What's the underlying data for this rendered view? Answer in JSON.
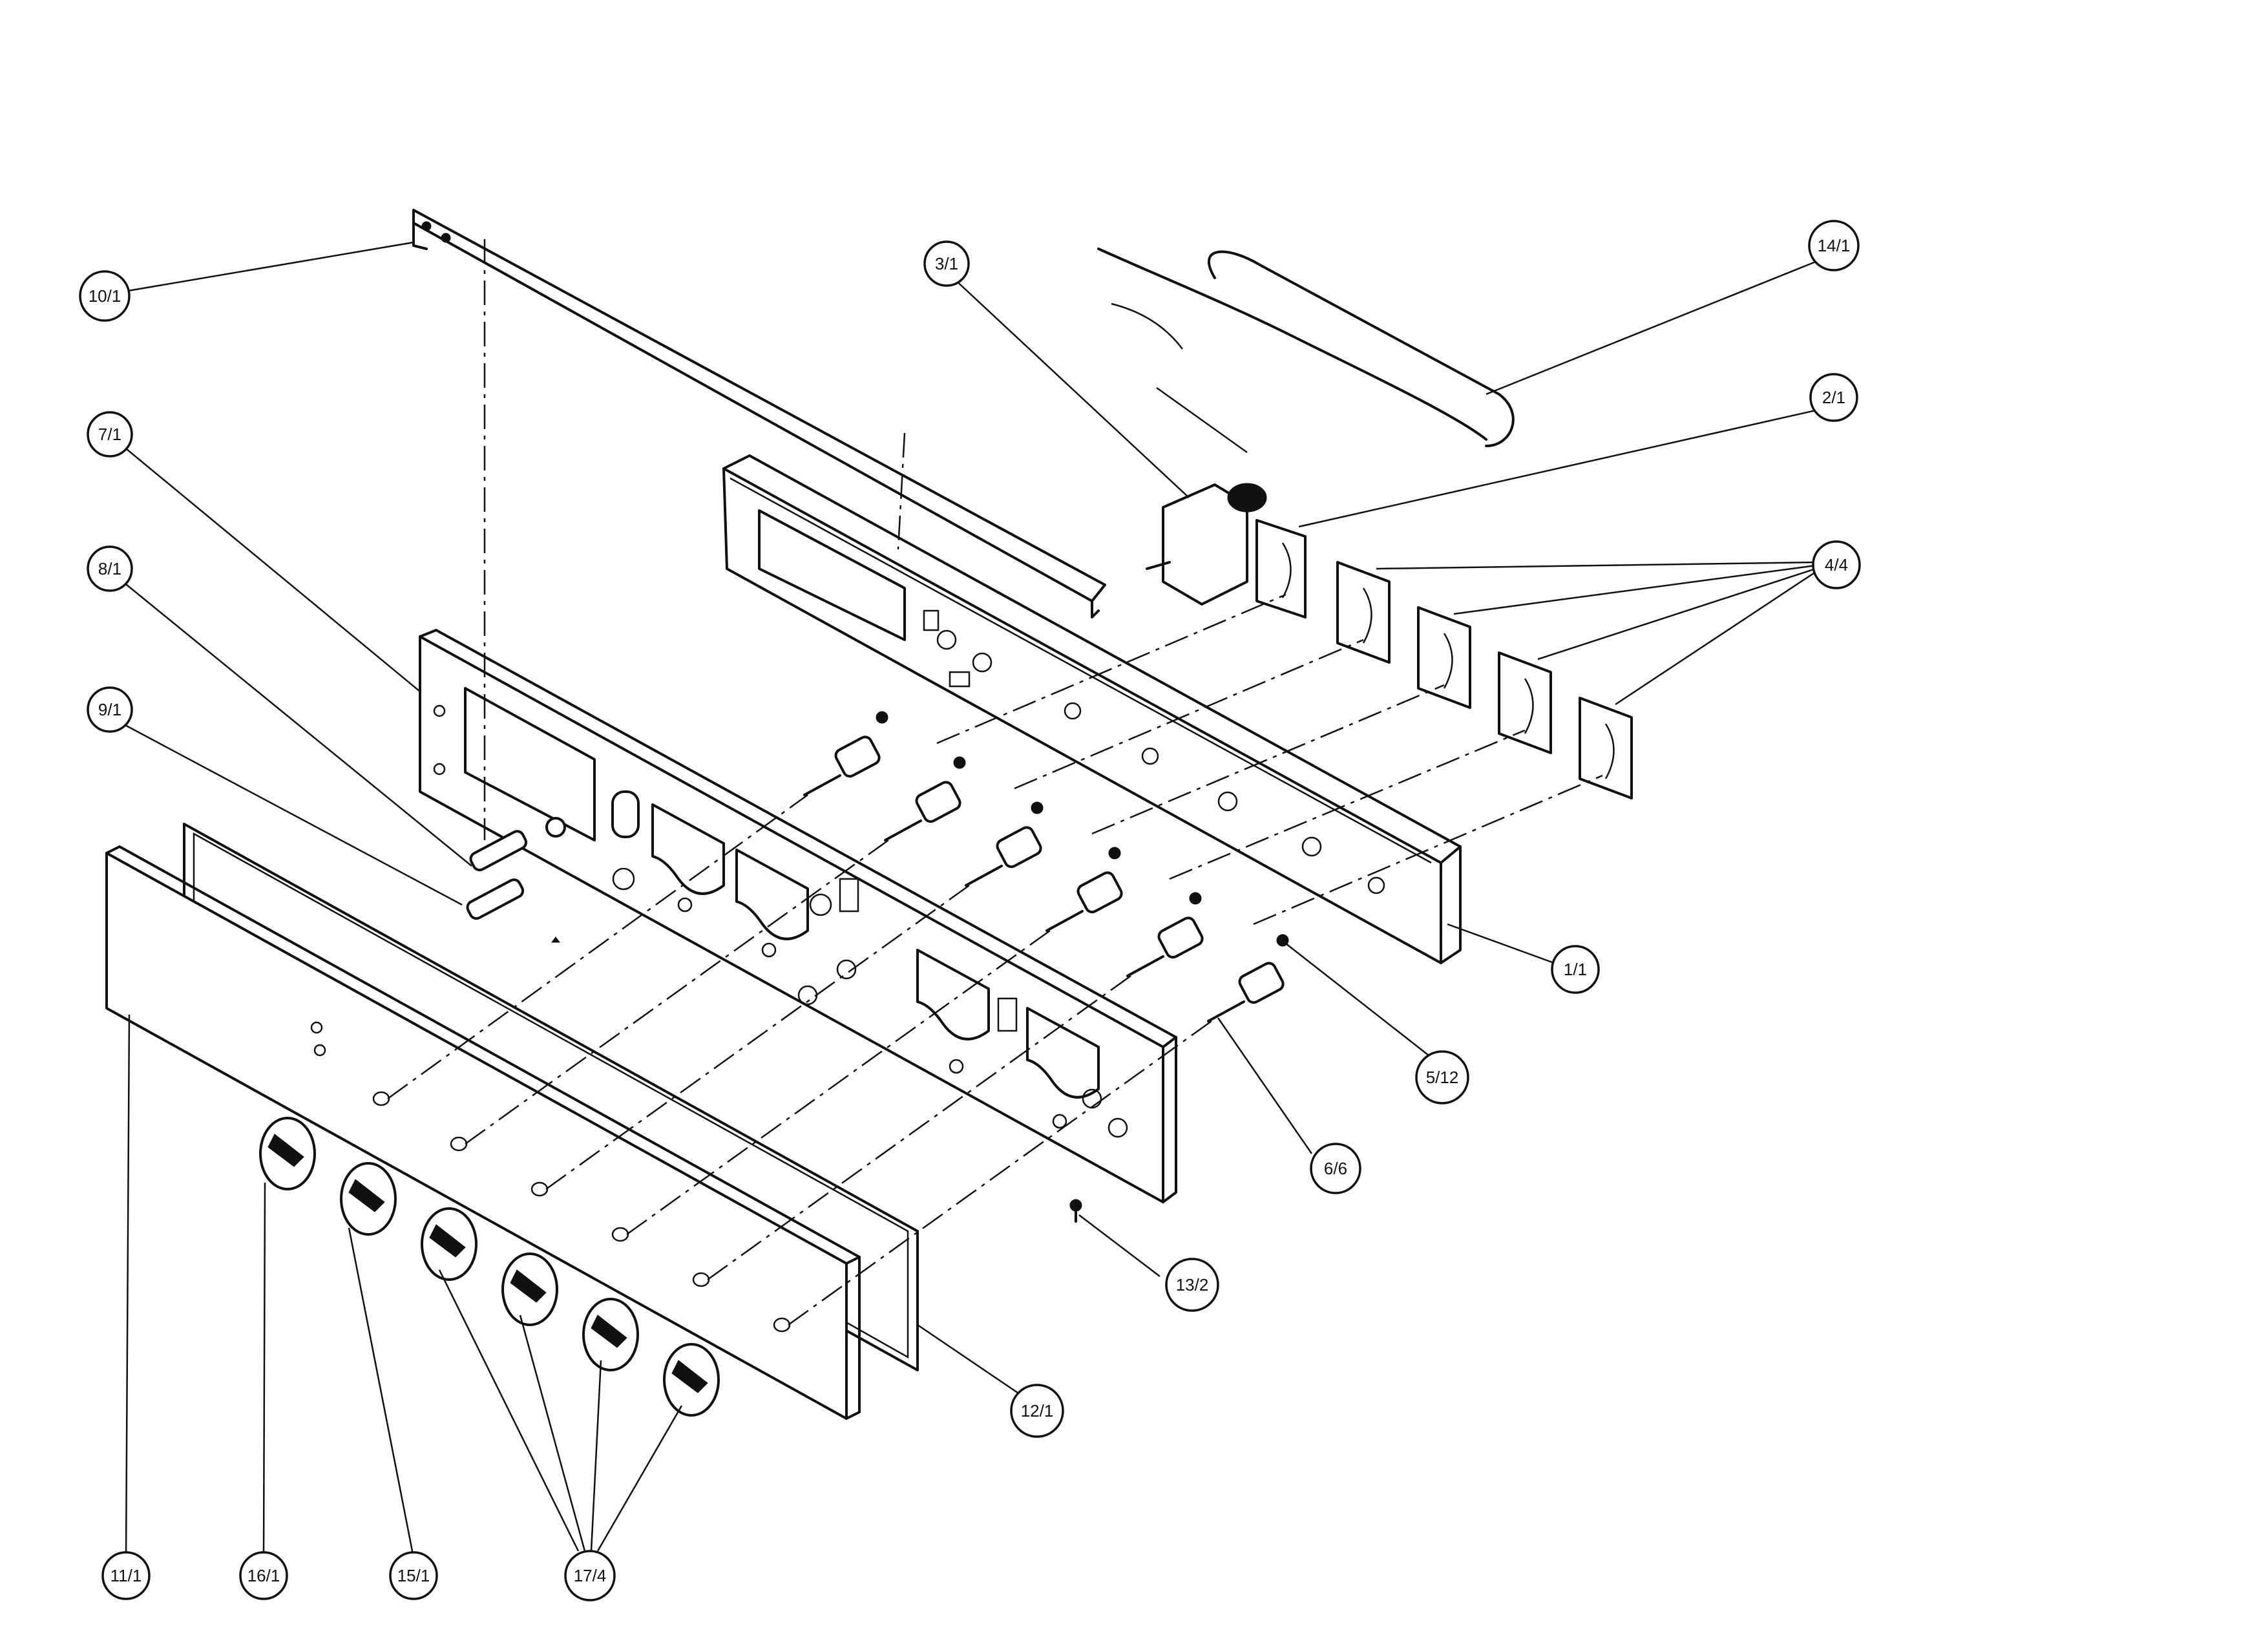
{
  "callouts": [
    {
      "id": "c-10-1",
      "label": "10/1"
    },
    {
      "id": "c-7-1",
      "label": "7/1"
    },
    {
      "id": "c-8-1",
      "label": "8/1"
    },
    {
      "id": "c-9-1",
      "label": "9/1"
    },
    {
      "id": "c-3-1",
      "label": "3/1"
    },
    {
      "id": "c-14-1",
      "label": "14/1"
    },
    {
      "id": "c-2-1",
      "label": "2/1"
    },
    {
      "id": "c-4-4",
      "label": "4/4"
    },
    {
      "id": "c-1-1",
      "label": "1/1"
    },
    {
      "id": "c-5-12",
      "label": "5/12"
    },
    {
      "id": "c-6-6",
      "label": "6/6"
    },
    {
      "id": "c-13-2",
      "label": "13/2"
    },
    {
      "id": "c-12-1",
      "label": "12/1"
    },
    {
      "id": "c-11-1",
      "label": "11/1"
    },
    {
      "id": "c-16-1",
      "label": "16/1"
    },
    {
      "id": "c-15-1",
      "label": "15/1"
    },
    {
      "id": "c-17-4",
      "label": "17/4"
    }
  ]
}
